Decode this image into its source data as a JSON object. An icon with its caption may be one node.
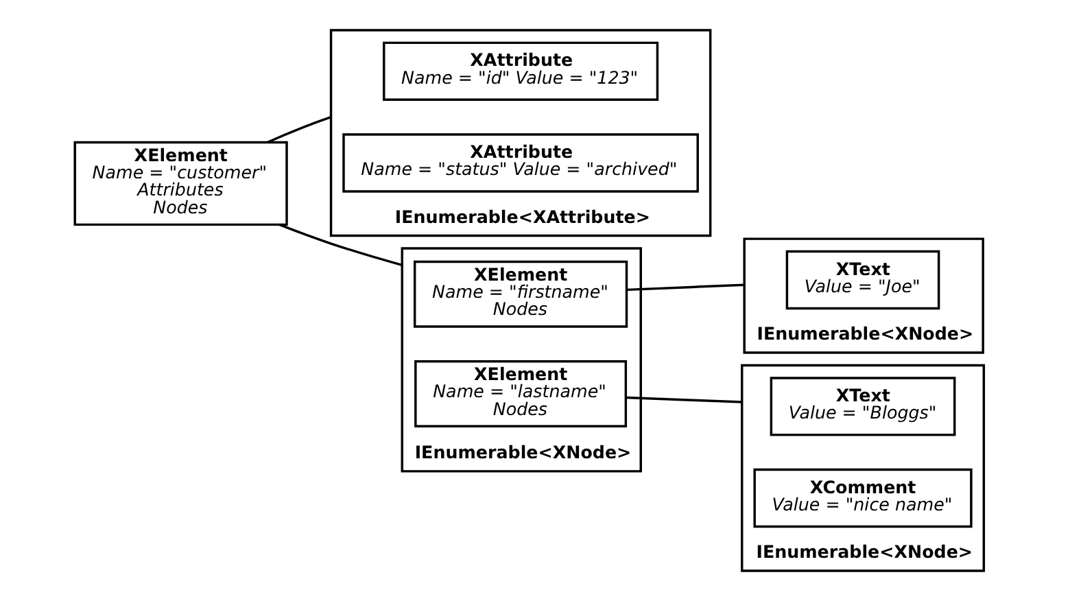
{
  "diagram": {
    "nodes": [
      {
        "text": [
          "XElement",
          "Name = \"customer\"",
          "Attributes",
          "Nodes"
        ]
      },
      {
        "text": [
          "IEnumerable<XAttribute>"
        ]
      },
      {
        "text": [
          "XAttribute",
          "Name = \"id\" Value = \"123\""
        ],
        "in": 1
      },
      {
        "text": [
          "XAttribute",
          "Name = \"status\" Value = \"archived\""
        ],
        "in": 1
      },
      {
        "text": [
          "IEnumerable<XNode>"
        ]
      },
      {
        "text": [
          "XElement",
          "Name = \"firstname\"",
          "Nodes"
        ],
        "in": 4
      },
      {
        "text": [
          "XElement",
          "Name = \"lastname\"",
          "Nodes"
        ],
        "in": 4
      },
      {
        "text": [
          "IEnumerable<XNode>"
        ]
      },
      {
        "text": [
          "XText",
          "Value = \"Joe\""
        ],
        "in": 7
      },
      {
        "text": [
          "IEnumerable<XNode>"
        ]
      },
      {
        "text": [
          "XText",
          "Value = \"Bloggs\""
        ],
        "in": 9
      },
      {
        "text": [
          "XComment",
          "Value = \"nice name\""
        ],
        "in": 9
      }
    ],
    "edges": [
      {
        "from": 0,
        "to": 1,
        "arrow": "none"
      },
      {
        "from": 0,
        "to": 4,
        "arrow": "none"
      },
      {
        "from": 5,
        "to": 7,
        "arrow": "none"
      },
      {
        "from": 6,
        "to": 9,
        "arrow": "none"
      }
    ]
  }
}
